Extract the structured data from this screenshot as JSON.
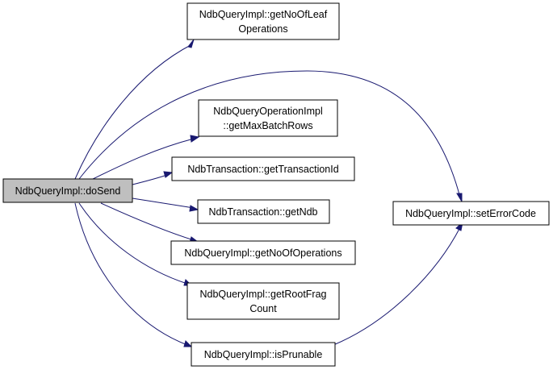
{
  "nodes": {
    "do_send": {
      "lines": [
        "NdbQueryImpl::doSend"
      ]
    },
    "get_no_of_leaf_operations": {
      "lines": [
        "NdbQueryImpl::getNoOfLeaf",
        "Operations"
      ]
    },
    "get_max_batch_rows": {
      "lines": [
        "NdbQueryOperationImpl",
        "::getMaxBatchRows"
      ]
    },
    "get_transaction_id": {
      "lines": [
        "NdbTransaction::getTransactionId"
      ]
    },
    "get_ndb": {
      "lines": [
        "NdbTransaction::getNdb"
      ]
    },
    "get_no_of_operations": {
      "lines": [
        "NdbQueryImpl::getNoOfOperations"
      ]
    },
    "get_root_frag_count": {
      "lines": [
        "NdbQueryImpl::getRootFrag",
        "Count"
      ]
    },
    "is_prunable": {
      "lines": [
        "NdbQueryImpl::isPrunable"
      ]
    },
    "set_error_code": {
      "lines": [
        "NdbQueryImpl::setErrorCode"
      ]
    }
  },
  "edges": [
    {
      "from": "do_send",
      "to": "get_no_of_leaf_operations"
    },
    {
      "from": "do_send",
      "to": "set_error_code"
    },
    {
      "from": "do_send",
      "to": "get_max_batch_rows"
    },
    {
      "from": "do_send",
      "to": "get_transaction_id"
    },
    {
      "from": "do_send",
      "to": "get_ndb"
    },
    {
      "from": "do_send",
      "to": "get_no_of_operations"
    },
    {
      "from": "do_send",
      "to": "get_root_frag_count"
    },
    {
      "from": "do_send",
      "to": "is_prunable"
    },
    {
      "from": "is_prunable",
      "to": "set_error_code"
    }
  ],
  "colors": {
    "edge": "#191970",
    "root_fill": "#bfbfbf",
    "node_fill": "#ffffff",
    "node_border": "#000000"
  }
}
